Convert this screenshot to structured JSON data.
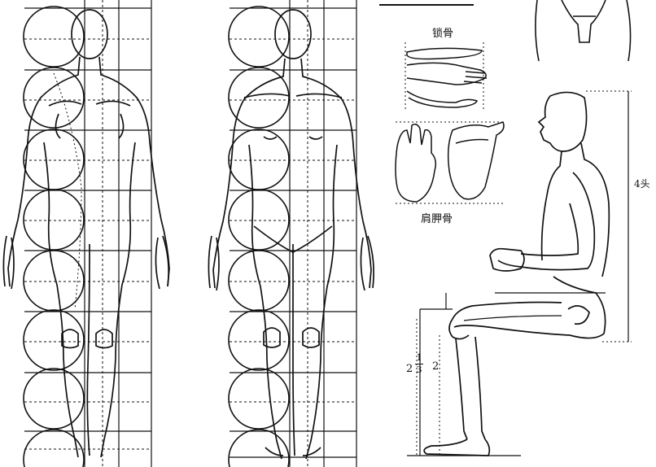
{
  "labels": {
    "clavicle": "锁骨",
    "scapula": "肩胛骨",
    "seated_height": "4头",
    "lower_leg_whole": "2",
    "lower_leg_fraction_whole": "2",
    "lower_leg_fraction_num": "1",
    "lower_leg_fraction_den": "3"
  },
  "figures": {
    "count": 2,
    "heads_tall": 8
  }
}
